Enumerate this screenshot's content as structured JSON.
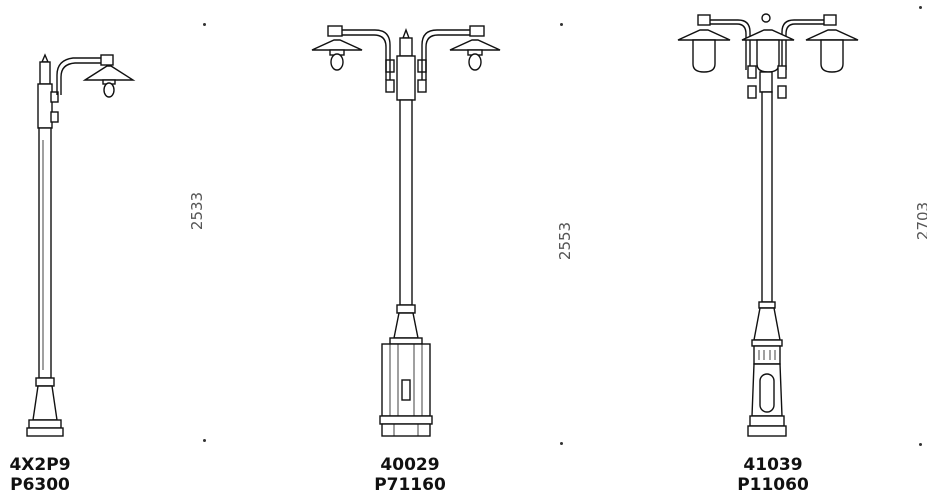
{
  "products": [
    {
      "code": "4X2P9",
      "ref": "P6300",
      "height": "2533"
    },
    {
      "code": "40029",
      "ref": "P71160",
      "height": "2553"
    },
    {
      "code": "41039",
      "ref": "P11060",
      "height": "2703"
    }
  ]
}
